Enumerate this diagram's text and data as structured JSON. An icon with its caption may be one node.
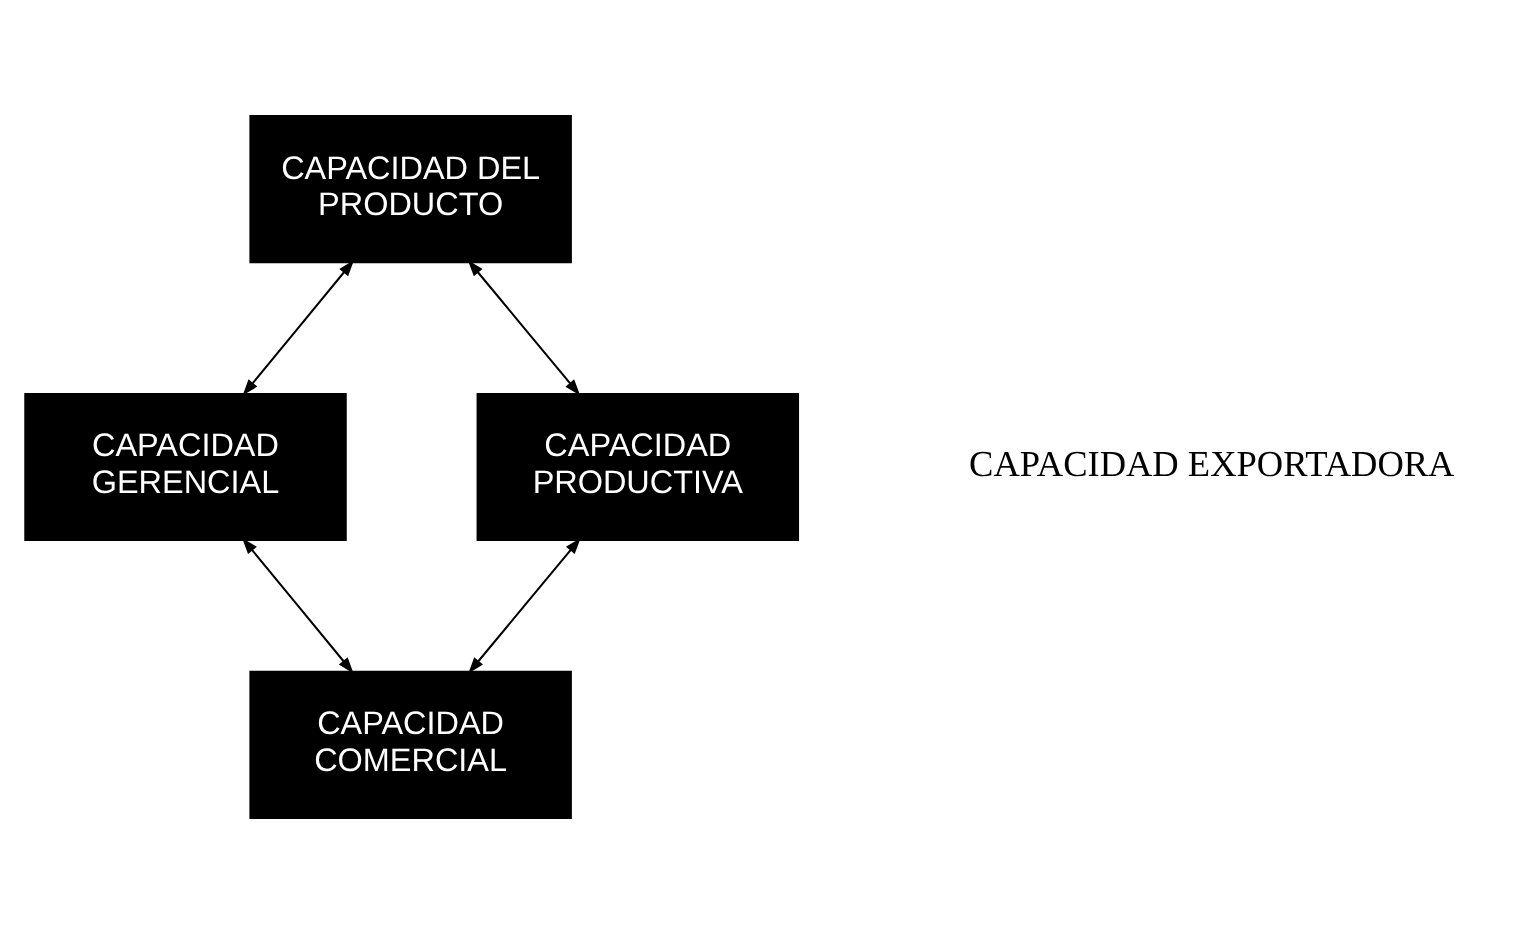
{
  "diagram": {
    "nodes": [
      {
        "text": [
          "CAPACIDAD DEL PRODUCTO"
        ]
      },
      {
        "text": [
          "CAPACIDAD GERENCIAL"
        ]
      },
      {
        "text": [
          "CAPACIDAD PRODUCTIVA"
        ]
      },
      {
        "text": [
          "CAPACIDAD COMERCIAL"
        ]
      }
    ],
    "edges": [
      {
        "from": 0,
        "to": 1,
        "arrow": "both"
      },
      {
        "from": 0,
        "to": 2,
        "arrow": "both"
      },
      {
        "from": 1,
        "to": 3,
        "arrow": "both"
      },
      {
        "from": 2,
        "to": 3,
        "arrow": "both"
      }
    ],
    "labels": [
      "CAPACIDAD EXPORTADORA"
    ]
  }
}
